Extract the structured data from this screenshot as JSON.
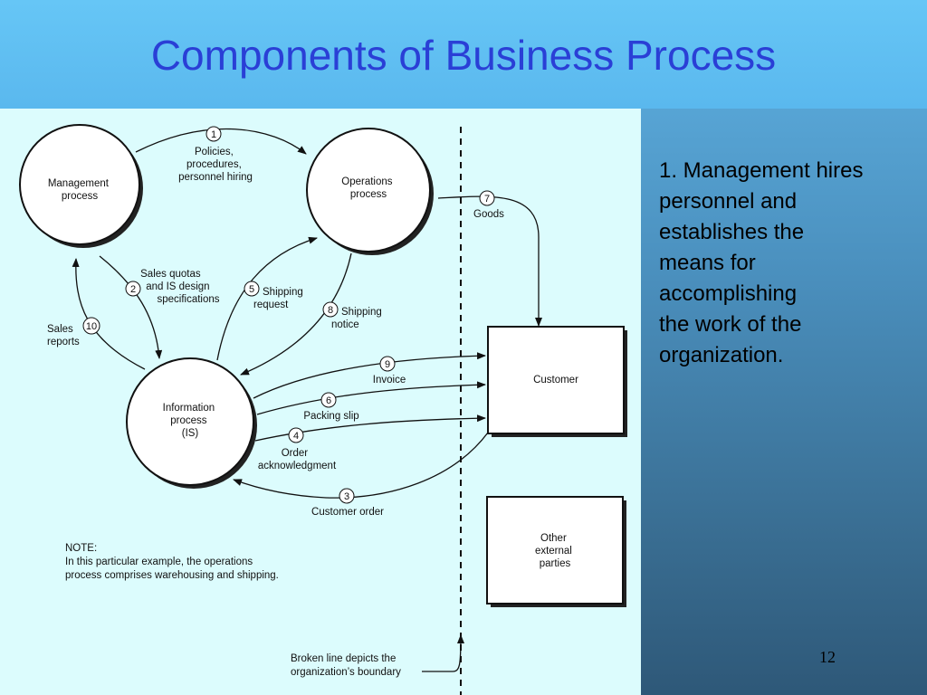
{
  "slide": {
    "title": "Components of Business Process",
    "bullet_text": "1. Management hires\npersonnel and\nestablishes the\nmeans for\naccomplishing\nthe work of the\norganization.",
    "page_number": "12"
  },
  "diagram": {
    "nodes": {
      "management": [
        "Management",
        "process"
      ],
      "operations": [
        "Operations",
        "process"
      ],
      "information": [
        "Information",
        "process",
        "(IS)"
      ],
      "customer": [
        "Customer"
      ],
      "other": [
        "Other",
        "external",
        "parties"
      ]
    },
    "flows": {
      "f1": {
        "num": "1",
        "label": [
          "Policies,",
          "procedures,",
          "personnel hiring"
        ]
      },
      "f2": {
        "num": "2",
        "label": [
          "Sales quotas",
          "and IS design",
          "specifications"
        ]
      },
      "f3": {
        "num": "3",
        "label": [
          "Customer order"
        ]
      },
      "f4": {
        "num": "4",
        "label": [
          "Order",
          "acknowledgment"
        ]
      },
      "f5": {
        "num": "5",
        "label": [
          "Shipping",
          "request"
        ]
      },
      "f6": {
        "num": "6",
        "label": [
          "Packing slip"
        ]
      },
      "f7": {
        "num": "7",
        "label": [
          "Goods"
        ]
      },
      "f8": {
        "num": "8",
        "label": [
          "Shipping",
          "notice"
        ]
      },
      "f9": {
        "num": "9",
        "label": [
          "Invoice"
        ]
      },
      "f10": {
        "num": "10",
        "label": [
          "Sales",
          "reports"
        ]
      }
    },
    "note": [
      "NOTE:",
      "In this particular example, the operations",
      "process comprises warehousing and shipping."
    ],
    "boundary_note": [
      "Broken line depicts the",
      "organization’s boundary"
    ]
  }
}
